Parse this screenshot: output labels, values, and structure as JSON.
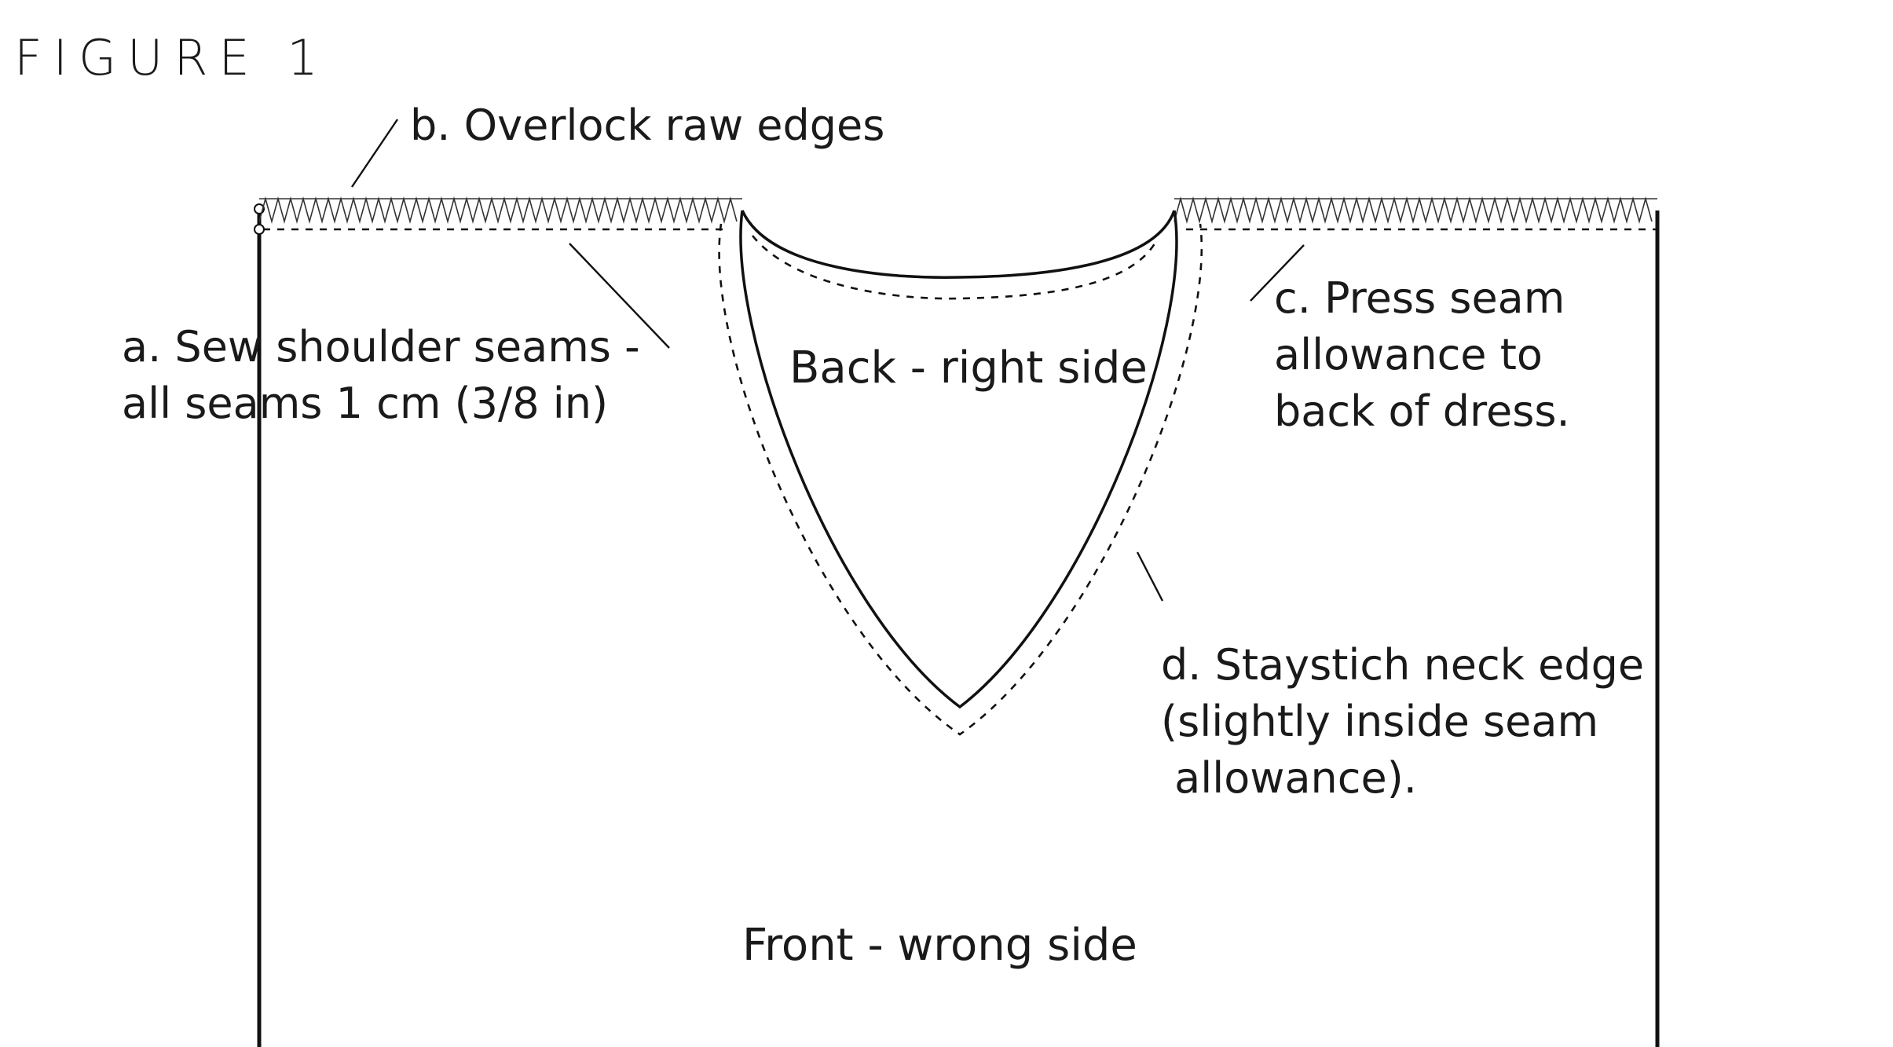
{
  "figure": {
    "title": "FIGURE 1"
  },
  "labels": {
    "overlock": "b. Overlock raw edges",
    "shoulder_line1": "a. Sew shoulder seams -",
    "shoulder_line2": "all seams 1 cm (3/8 in)",
    "press_line1": "c. Press seam",
    "press_line2": "allowance to",
    "press_line3": "back of dress.",
    "back": "Back - right side",
    "staystitch_line1": "d. Staystich neck edge",
    "staystitch_line2": "(slightly inside seam",
    "staystitch_line3": " allowance).",
    "front": "Front - wrong side"
  }
}
